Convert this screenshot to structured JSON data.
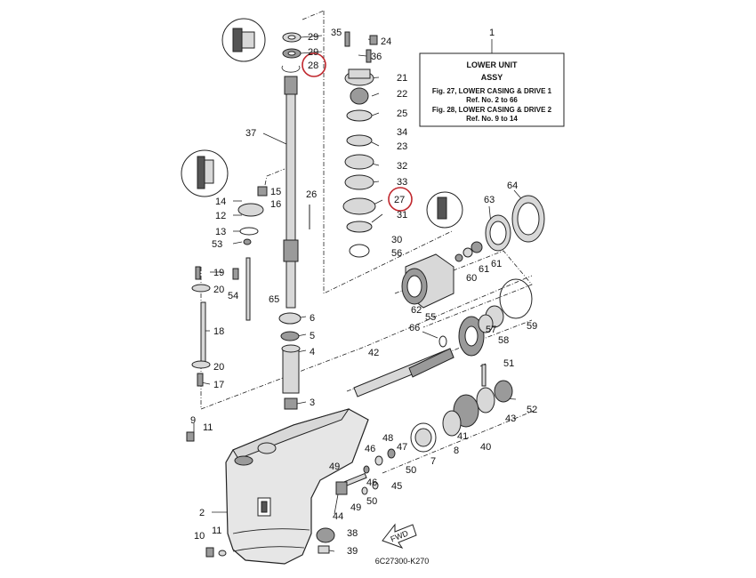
{
  "info_box": {
    "ref": "1",
    "title_1": "LOWER UNIT",
    "title_2": "ASSY",
    "line_1": "Fig. 27, LOWER CASING & DRIVE 1",
    "line_2": "Ref. No. 2 to 66",
    "line_3": "Fig. 28, LOWER CASING & DRIVE 2",
    "line_4": "Ref. No. 9 to 14"
  },
  "diagram_code": "6C27300-K270",
  "fwd_label": "FWD",
  "highlight_color": "#c0272d",
  "highlighted_refs": [
    "28",
    "27"
  ],
  "labels": {
    "l29a": "29",
    "l29b": "29",
    "l28": "28",
    "l35": "35",
    "l24": "24",
    "l36": "36",
    "l21": "21",
    "l22": "22",
    "l25": "25",
    "l34": "34",
    "l23": "23",
    "l32": "32",
    "l33": "33",
    "l27": "27",
    "l31": "31",
    "l30": "30",
    "l37": "37",
    "l15": "15",
    "l14": "14",
    "l16": "16",
    "l26": "26",
    "l12": "12",
    "l13": "13",
    "l53": "53",
    "l19": "19",
    "l20a": "20",
    "l54": "54",
    "l65": "65",
    "l18": "18",
    "l20b": "20",
    "l17": "17",
    "l9": "9",
    "l11a": "11",
    "l6": "6",
    "l5": "5",
    "l4": "4",
    "l3": "3",
    "l64": "64",
    "l63": "63",
    "l56": "56",
    "l60": "60",
    "l61a": "61",
    "l61b": "61",
    "l62": "62",
    "l55": "55",
    "l66": "66",
    "l57": "57",
    "l58": "58",
    "l59": "59",
    "l42": "42",
    "l51": "51",
    "l52": "52",
    "l43": "43",
    "l48": "48",
    "l41": "41",
    "l40": "40",
    "l46a": "46",
    "l47": "47",
    "l7": "7",
    "l8": "8",
    "l49a": "49",
    "l46b": "46",
    "l45": "45",
    "l50a": "50",
    "l50b": "50",
    "l44": "44",
    "l49b": "49",
    "l2": "2",
    "l10": "10",
    "l11b": "11",
    "l38": "38",
    "l39": "39"
  }
}
